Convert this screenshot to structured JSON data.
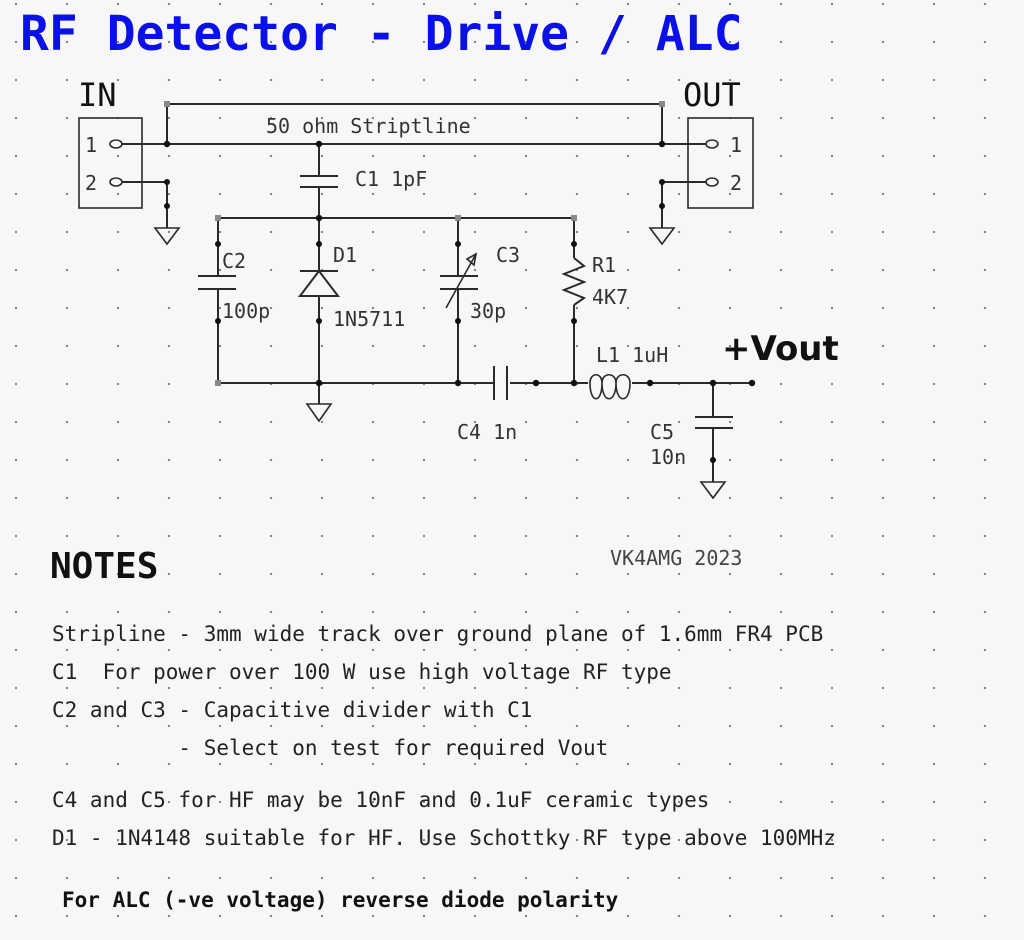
{
  "title": "RF Detector - Drive / ALC",
  "ports": {
    "input": {
      "label": "IN",
      "pin1": "1",
      "pin2": "2"
    },
    "output": {
      "label": "OUT",
      "pin1": "1",
      "pin2": "2"
    }
  },
  "stripline_label": "50 ohm Striptline",
  "components": {
    "c1": {
      "ref": "C1",
      "value": "1pF",
      "label": "C1 1pF"
    },
    "c2": {
      "ref": "C2",
      "value": "100p"
    },
    "d1": {
      "ref": "D1",
      "value": "1N5711"
    },
    "c3": {
      "ref": "C3",
      "value": "30p"
    },
    "r1": {
      "ref": "R1",
      "value": "4K7"
    },
    "l1": {
      "ref": "L1",
      "value": "1uH",
      "label": "L1 1uH"
    },
    "c4": {
      "ref": "C4",
      "value": "1n",
      "label": "C4  1n"
    },
    "c5": {
      "ref": "C5",
      "value": "10n"
    }
  },
  "output_label": "+Vout",
  "notes": {
    "heading": "NOTES",
    "signature": "VK4AMG 2023",
    "lines": [
      "Stripline - 3mm wide track over ground plane of 1.6mm FR4 PCB",
      "C1  For power over 100 W use high voltage RF type",
      "C2 and C3 - Capacitive divider with C1",
      "          - Select on test for required Vout",
      "C4 and C5 for HF may be 10nF and 0.1uF ceramic types",
      "D1 - 1N4148 suitable for HF. Use Schottky RF type above 100MHz"
    ],
    "footer": "For ALC (-ve voltage) reverse diode polarity"
  },
  "colors": {
    "title": "#0a10e8",
    "ink": "#2a2a2a",
    "background": "#f7f7f7",
    "grid": "#777777"
  }
}
